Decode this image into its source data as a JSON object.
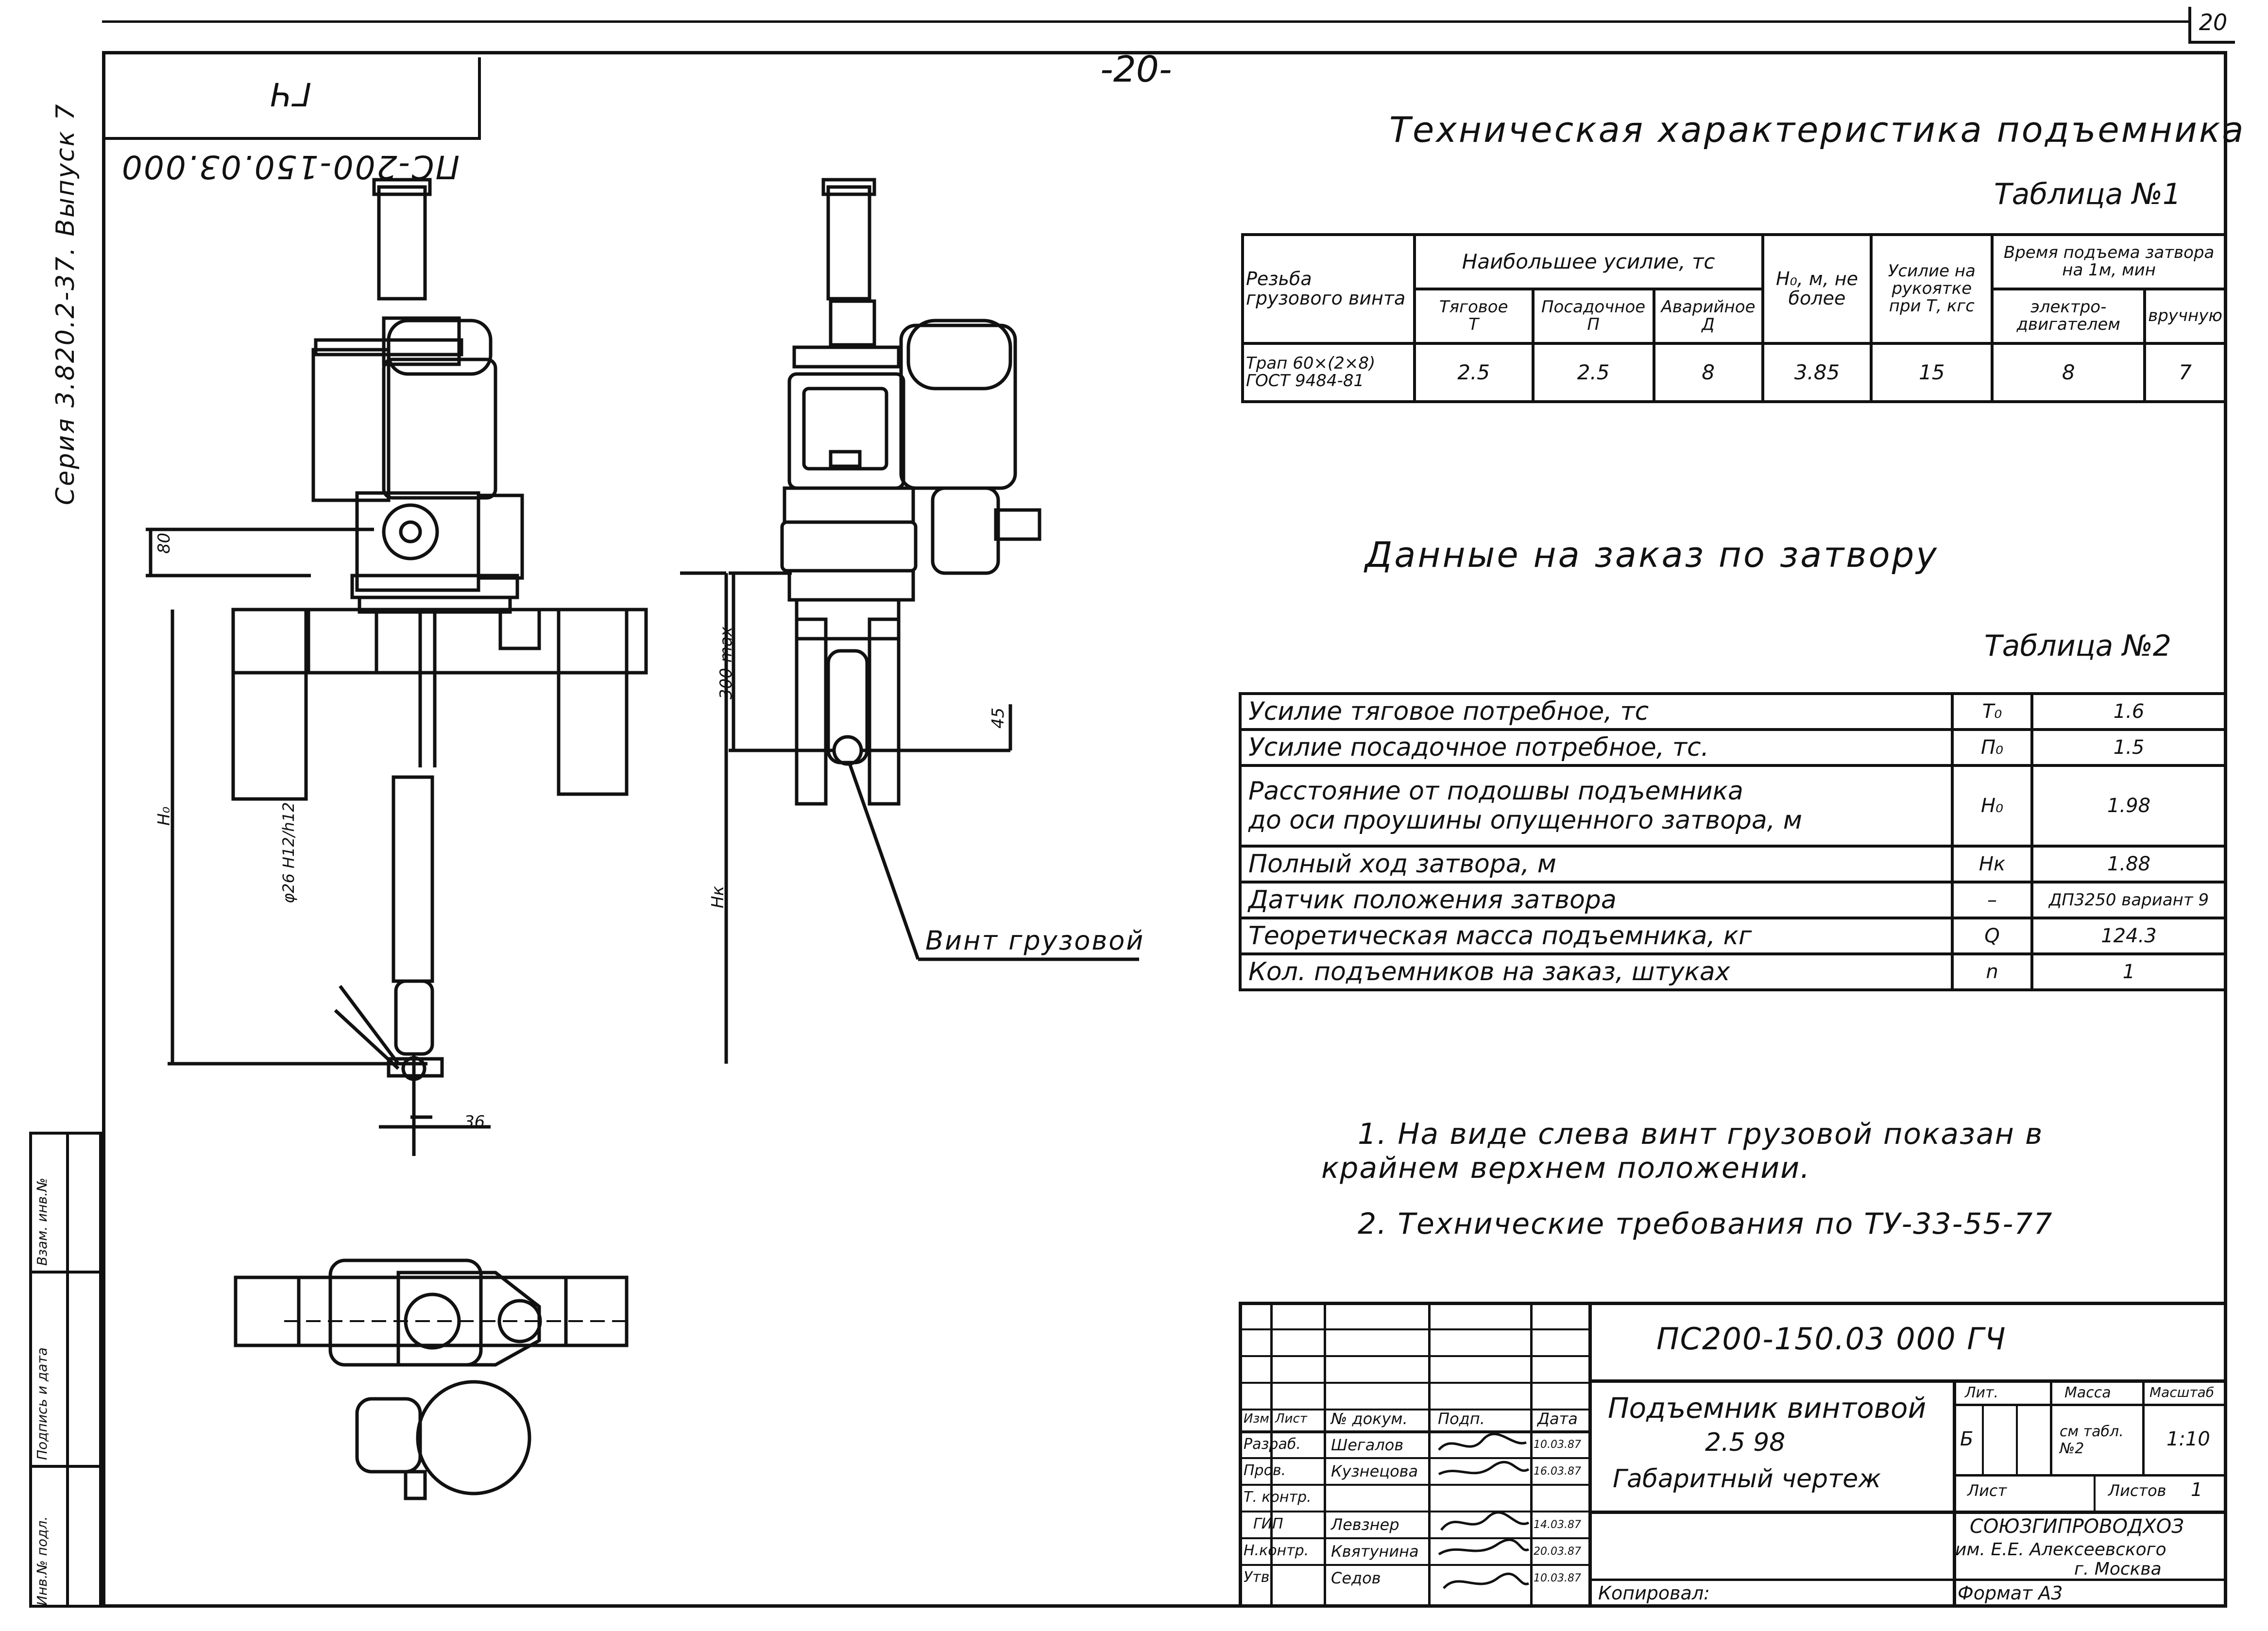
{
  "page_number": "-20-",
  "sheet_corner": "20",
  "doc_code_mirrored": "ПС-200-150.03.000 ГЧ",
  "series": "Серия 3.820.2-37. Выпуск 7",
  "heading1": "Техническая характеристика подъемника",
  "table1": {
    "caption": "Таблица №1",
    "col_thread": "Резьба грузового винта",
    "col_force": "Наибольшее усилие, тс",
    "col_pull": "Тяговое",
    "col_pull_sym": "Т",
    "col_seat": "Посадочное",
    "col_seat_sym": "П",
    "col_shock": "Аварийное",
    "col_shock_sym": "Д",
    "col_h": "Н₀, м, не более",
    "col_handle": "Усилие на рукоятке при Т, кгс",
    "col_time": "Время подъема затвора на 1м, мин",
    "col_motor": "электро-двигателем",
    "col_hand": "вручную",
    "row_thread1": "Трап 60×(2×8)",
    "row_thread2": "ГОСТ 9484-81",
    "pull": "2.5",
    "seat": "2.5",
    "shock": "8",
    "h": "3.85",
    "handle": "15",
    "motor": "8",
    "hand": "7"
  },
  "heading2": "Данные на заказ по затвору",
  "table2": {
    "caption": "Таблица №2",
    "rows": [
      {
        "label": "Усилие тяговое потребное,   тс",
        "sym": "Т₀",
        "val": "1.6"
      },
      {
        "label": "Усилие посадочное потребное,   тс.",
        "sym": "П₀",
        "val": "1.5"
      },
      {
        "label": "Расстояние от подошвы подъемника",
        "label2": "до оси проушины опущенного затвора,  м",
        "sym": "Н₀",
        "val": "1.98"
      },
      {
        "label": "Полный ход затвора,  м",
        "sym": "Нк",
        "val": "1.88"
      },
      {
        "label": "Датчик положения затвора",
        "sym": "–",
        "val": "ДП3250 вариант 9"
      },
      {
        "label": "Теоретическая масса подъемника,   кг",
        "sym": "Q",
        "val": "124.3"
      },
      {
        "label": "Кол. подъемников на заказ,   штуках",
        "sym": "n",
        "val": "1"
      }
    ]
  },
  "notes": {
    "n1a": "1. На виде слева винт грузовой показан в",
    "n1b": "крайнем верхнем положении.",
    "n2": "2. Технические требования по ТУ-33-55-77"
  },
  "drawing": {
    "dim_80": "80",
    "dim_300": "300 max",
    "dim_45": "45",
    "dim_h0": "Н₀",
    "dim_hk": "Нк",
    "dim_36": "36",
    "dim_phi": "φ26 Н12/h12",
    "leader_label": "Винт грузовой"
  },
  "side_stamp": [
    "Инв.№ подл.",
    "Подпись и дата",
    "Взам. инв.№"
  ],
  "stamp": {
    "code": "ПС200-150.03 000 ГЧ",
    "name1": "Подъемник винтовой",
    "name2": "2.5 98",
    "name3": "Габаритный чертеж",
    "hdr": [
      "Изм.",
      "Лист",
      "№ докум.",
      "Подп.",
      "Дата"
    ],
    "roles": [
      "Разраб.",
      "Пров.",
      "Т. контр.",
      "ГИП",
      "Н.контр.",
      "Утв."
    ],
    "people": [
      "Шегалов",
      "Кузнецова",
      "",
      "Левзнер",
      "Квятунина",
      "Седов"
    ],
    "dates": [
      "10.03.87",
      "16.03.87",
      "",
      "14.03.87",
      "20.03.87",
      "10.03.87"
    ],
    "lit": "Лит.",
    "mass": "Масса",
    "scale": "Масштаб",
    "lit_val": "Б",
    "mass_val": "см табл. №2",
    "scale_val": "1:10",
    "sheet": "Лист",
    "sheets": "Листов",
    "sheets_val": "1",
    "org1": "СОЮЗГИПРОВОДХОЗ",
    "org2": "им. Е.Е. Алексеевского",
    "org3": "г. Москва",
    "copied": "Копировал:",
    "format": "Формат А3"
  }
}
